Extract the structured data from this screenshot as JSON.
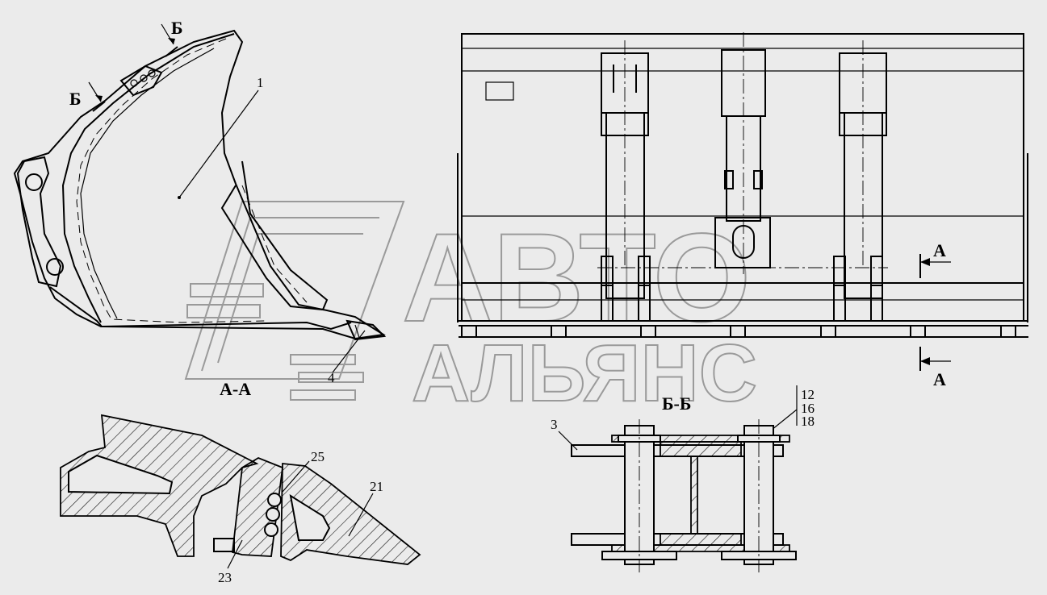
{
  "watermark": {
    "line1": "АВТО",
    "line2": "АЛЬЯНС"
  },
  "labels": {
    "part_1": "1",
    "part_3": "3",
    "part_4": "4",
    "part_12": "12",
    "part_16": "16",
    "part_18": "18",
    "part_21": "21",
    "part_23": "23",
    "part_25": "25",
    "section_a_a": "А-А",
    "section_b_b": "Б-Б",
    "mark_b_top": "Б",
    "mark_b_left": "Б",
    "mark_a_top": "А",
    "mark_a_bottom": "А"
  }
}
